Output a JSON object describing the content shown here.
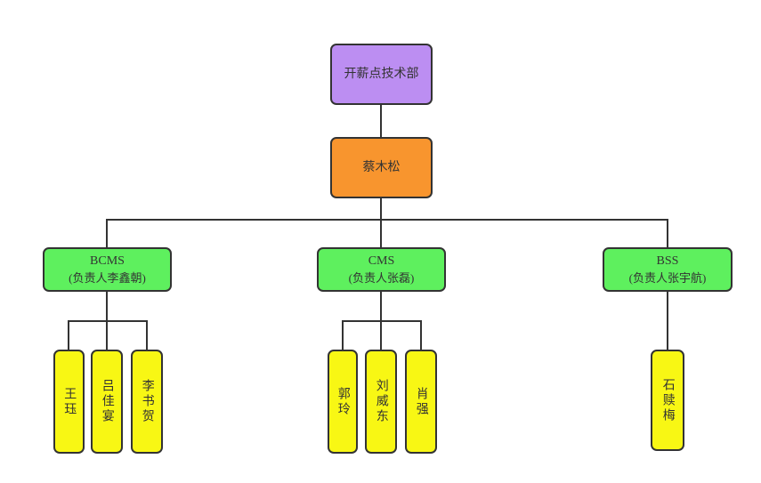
{
  "diagram": {
    "colors": {
      "background": "#ffffff",
      "line": "#333333",
      "department_fill": "#bc8ef2",
      "manager_fill": "#f8952e",
      "group_fill": "#5ef05e",
      "member_fill": "#f8f714"
    },
    "root": {
      "label": "开薪点技术部"
    },
    "manager": {
      "label": "蔡木松"
    },
    "groups": [
      {
        "title": "BCMS",
        "subtitle": "(负责人李鑫朝)",
        "members": [
          "王珏",
          "吕佳宴",
          "李书贺"
        ]
      },
      {
        "title": "CMS",
        "subtitle": "(负责人张磊)",
        "members": [
          "郭玲",
          "刘威东",
          "肖强"
        ]
      },
      {
        "title": "BSS",
        "subtitle": "(负责人张宇航)",
        "members": [
          "石赎梅"
        ]
      }
    ]
  }
}
